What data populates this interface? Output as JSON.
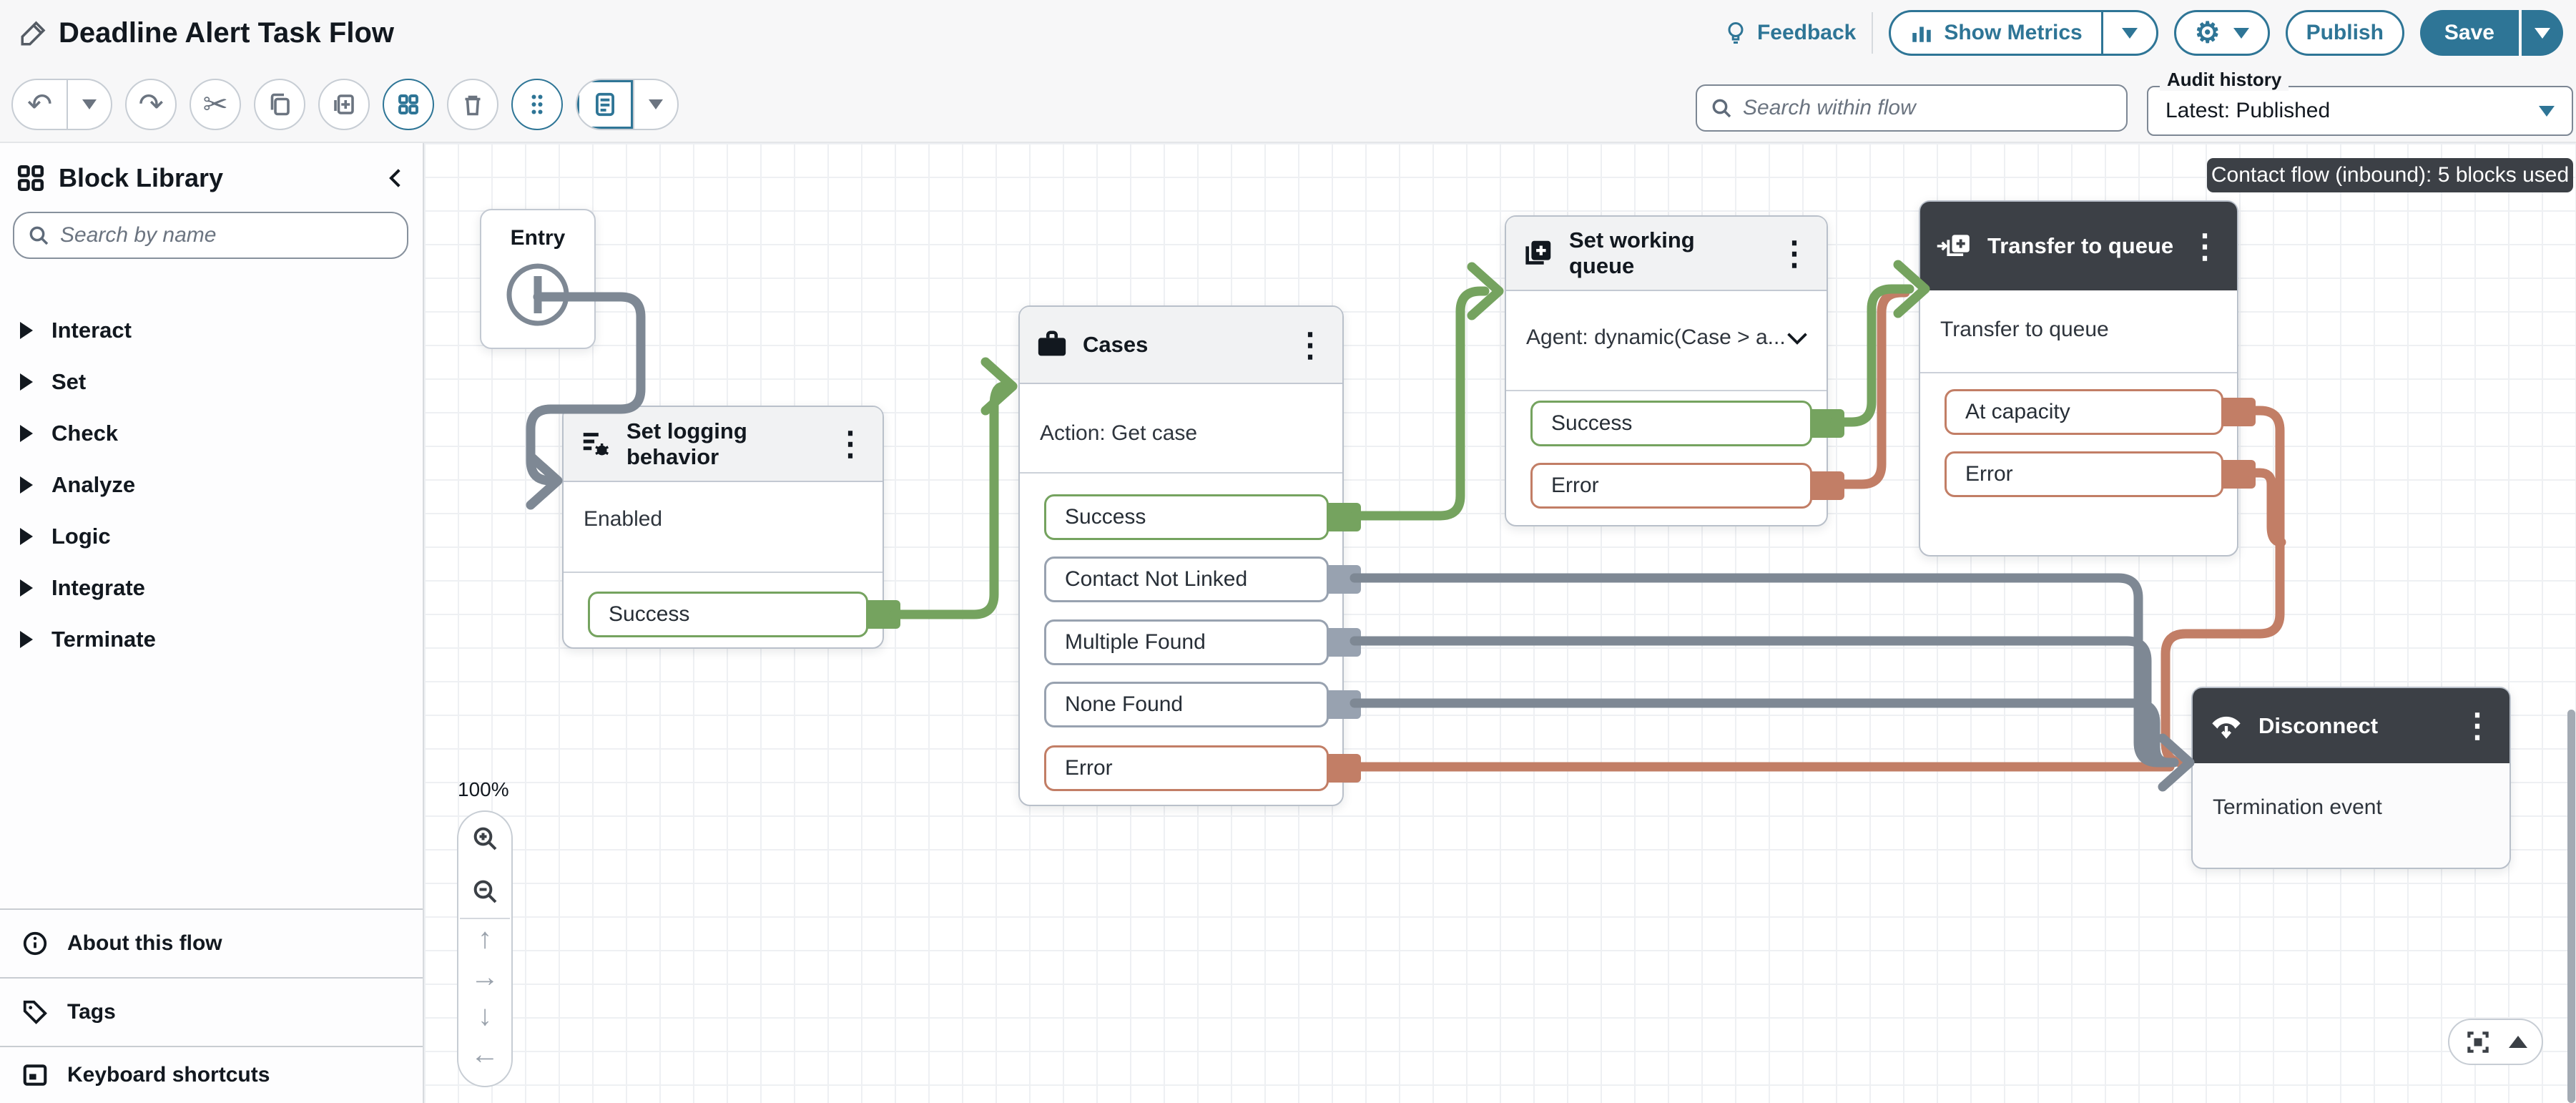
{
  "header": {
    "title": "Deadline Alert Task Flow",
    "feedback_label": "Feedback",
    "show_metrics_label": "Show Metrics",
    "publish_label": "Publish",
    "save_label": "Save"
  },
  "flow_toolbar": {
    "search_placeholder": "Search within flow",
    "audit_history_label": "Audit history",
    "audit_history_value": "Latest: Published"
  },
  "sidebar": {
    "title": "Block Library",
    "search_placeholder": "Search by name",
    "categories": [
      {
        "label": "Interact"
      },
      {
        "label": "Set"
      },
      {
        "label": "Check"
      },
      {
        "label": "Analyze"
      },
      {
        "label": "Logic"
      },
      {
        "label": "Integrate"
      },
      {
        "label": "Terminate"
      }
    ],
    "footer_items": [
      {
        "label": "About this flow",
        "icon": "info-icon"
      },
      {
        "label": "Tags",
        "icon": "tag-icon"
      },
      {
        "label": "Keyboard shortcuts",
        "icon": "keyboard-icon"
      }
    ]
  },
  "canvas": {
    "badge": "Contact flow (inbound): 5 blocks used",
    "zoom_level": "100%"
  },
  "blocks": {
    "entry": {
      "title": "Entry"
    },
    "set_logging": {
      "title": "Set logging behavior",
      "status": "Enabled",
      "ports": [
        {
          "label": "Success",
          "color": "green"
        }
      ]
    },
    "cases": {
      "title": "Cases",
      "action": "Action: Get case",
      "ports": [
        {
          "label": "Success",
          "color": "green"
        },
        {
          "label": "Contact Not Linked",
          "color": "gray"
        },
        {
          "label": "Multiple Found",
          "color": "gray"
        },
        {
          "label": "None Found",
          "color": "gray"
        },
        {
          "label": "Error",
          "color": "red"
        }
      ]
    },
    "set_working_queue": {
      "title": "Set working queue",
      "agent": "Agent: dynamic(Case > a...",
      "ports": [
        {
          "label": "Success",
          "color": "green"
        },
        {
          "label": "Error",
          "color": "red"
        }
      ]
    },
    "transfer": {
      "title": "Transfer to queue",
      "description": "Transfer to queue",
      "ports": [
        {
          "label": "At capacity",
          "color": "red"
        },
        {
          "label": "Error",
          "color": "red"
        }
      ]
    },
    "disconnect": {
      "title": "Disconnect",
      "description": "Termination event"
    }
  },
  "colors": {
    "accent": "#2E7596",
    "connector_green": "#75A35F",
    "connector_red": "#C27E66",
    "connector_gray": "#7E8894",
    "dark_header": "#3C4046",
    "port_neutral": "#98A2B0"
  },
  "icons": {
    "toolbar": [
      "undo-icon",
      "redo-icon",
      "cut-icon",
      "copy-icon",
      "paste-icon",
      "blocks-grid-icon",
      "trash-icon",
      "drag-dots-icon",
      "notes-icon"
    ],
    "header": [
      "edit-pencil-icon",
      "lightbulb-icon",
      "bar-chart-icon",
      "gear-icon"
    ]
  }
}
